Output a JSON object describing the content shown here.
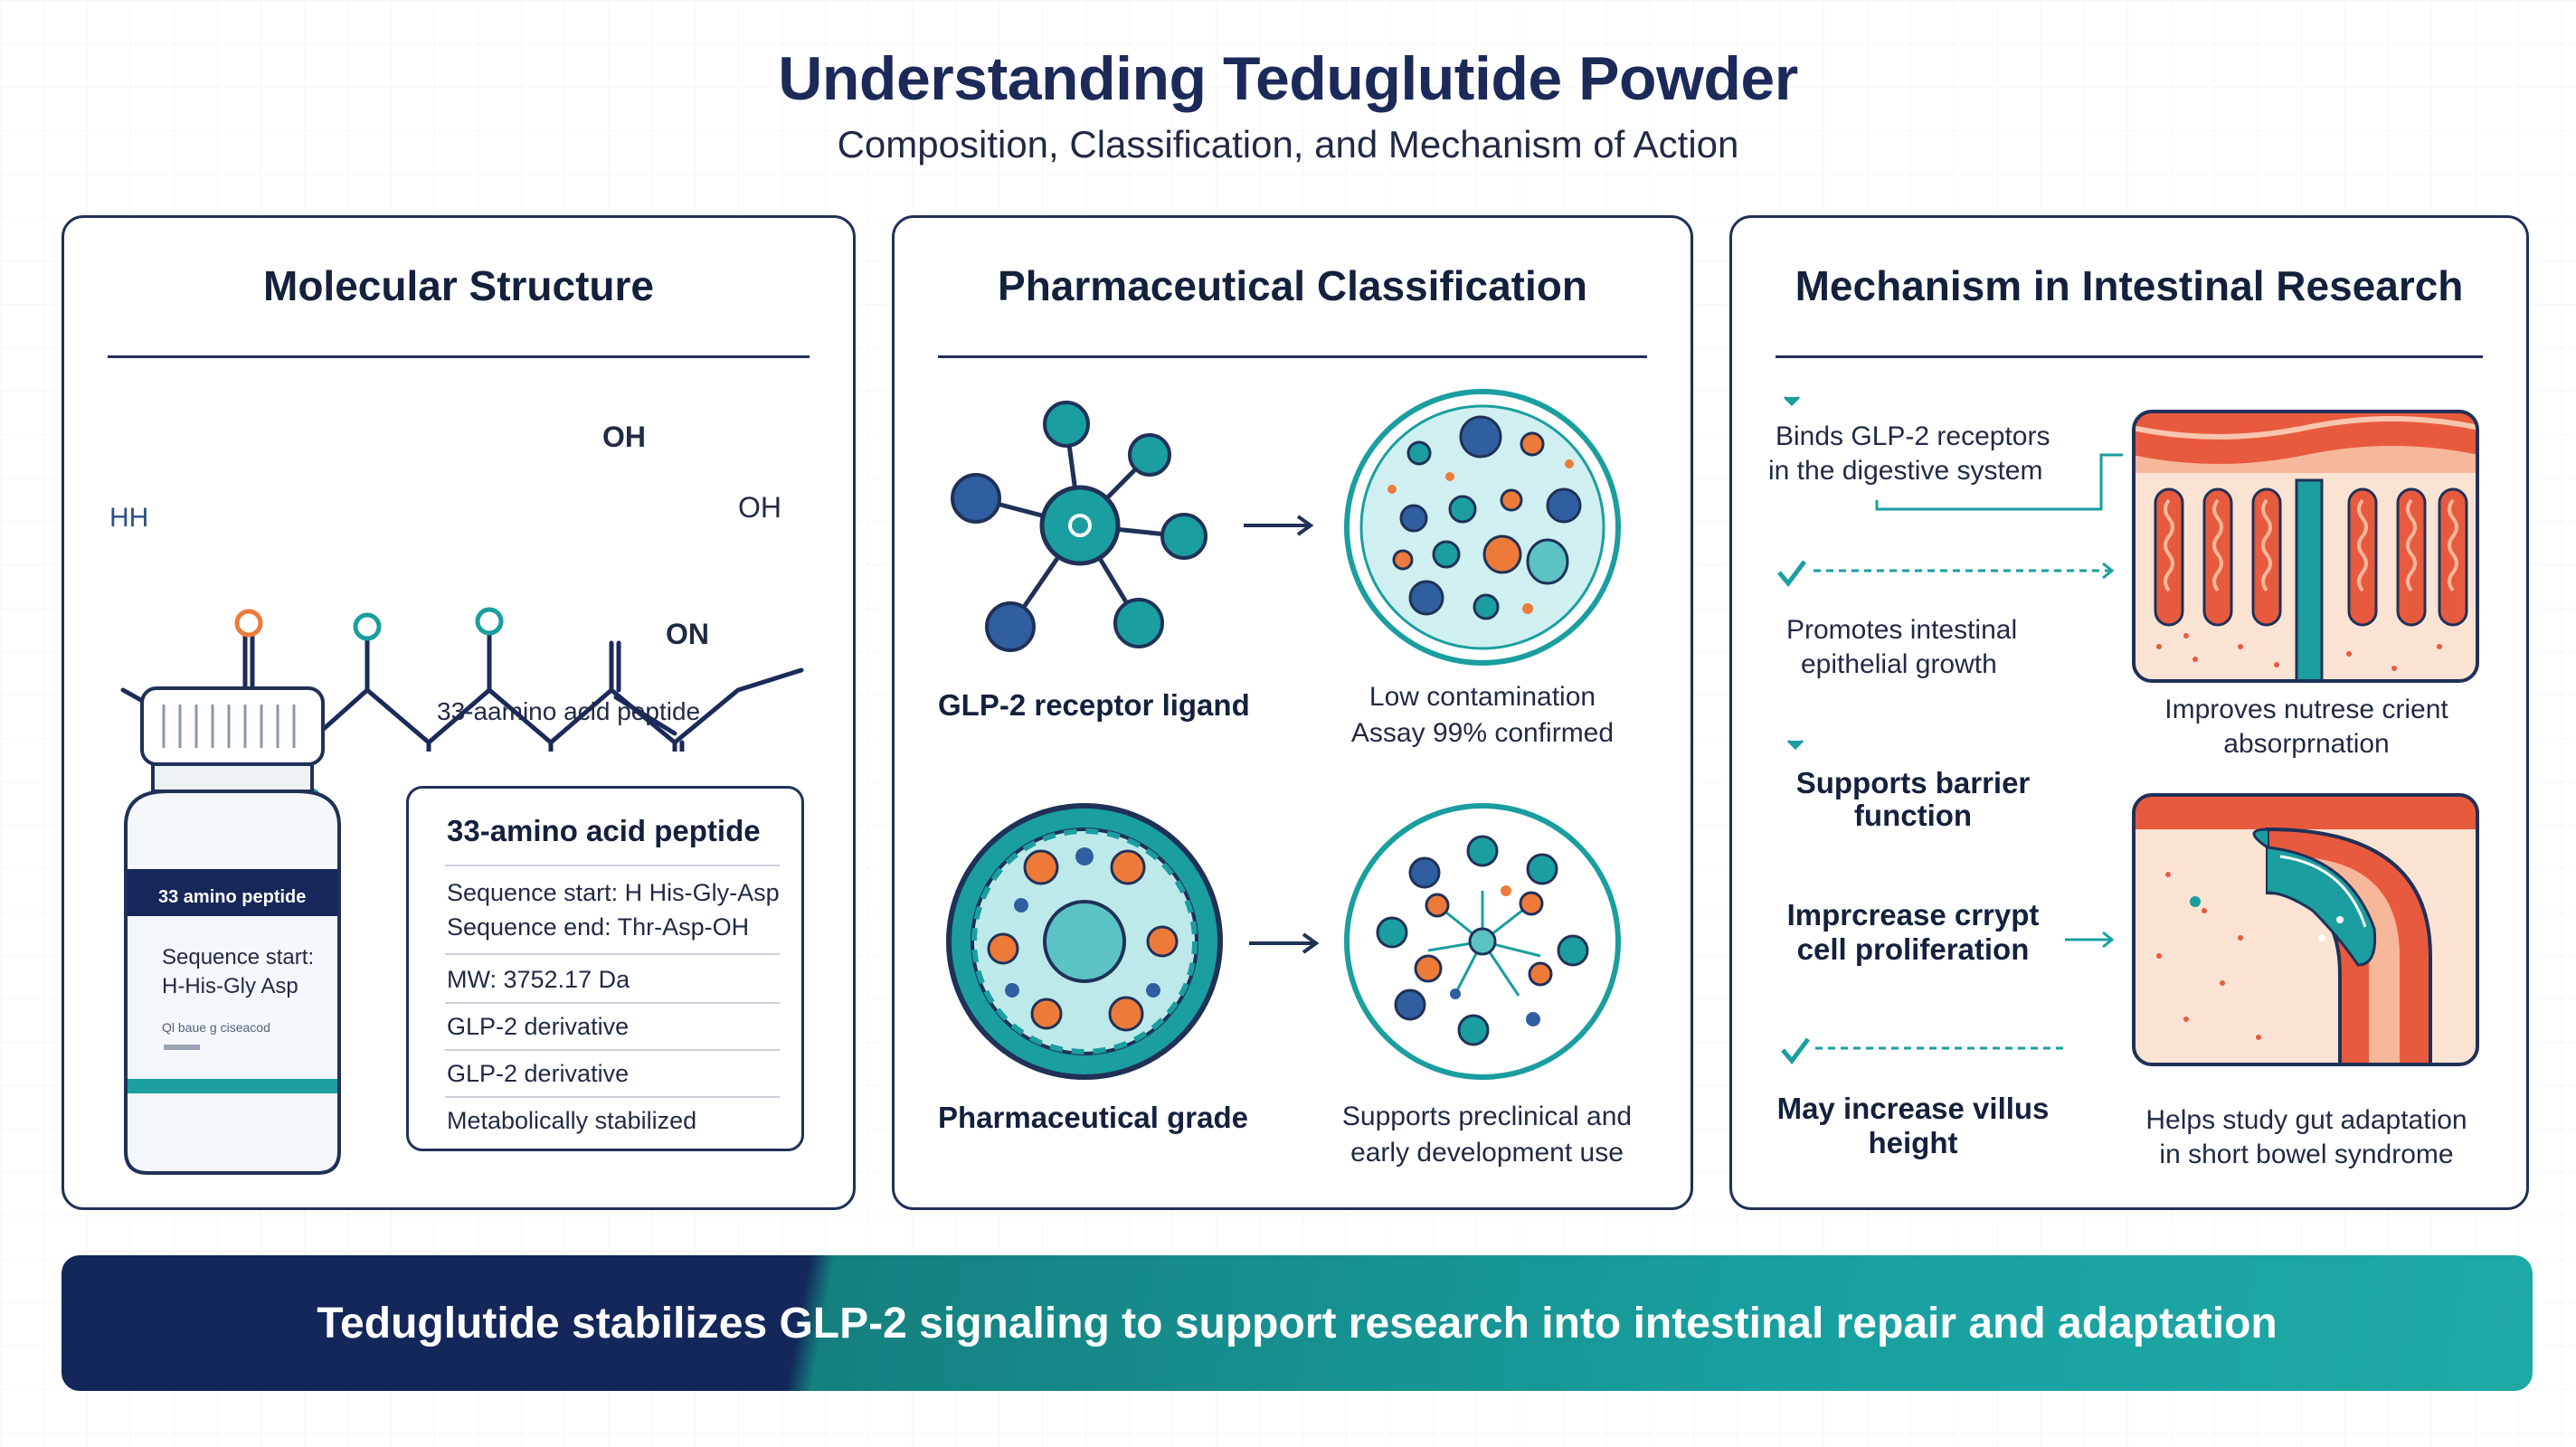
{
  "title": "Understanding Teduglutide Powder",
  "subtitle": "Composition, Classification, and Mechanism of Action",
  "panels": {
    "molecular": {
      "title": "Molecular Structure",
      "atoms": {
        "hh": "HH",
        "oh_top": "OH",
        "oh_right": "OH",
        "on": "ON"
      },
      "caption": "33-aamino acid peptide",
      "bottle": {
        "band": "33 amino peptide",
        "seq_line1": "Sequence start:",
        "seq_line2": "H-His-Gly Asp",
        "fine_print": "Ql baue g ciseacod"
      },
      "info": {
        "heading": "33-amino acid peptide",
        "lines": [
          "Sequence start: H His-Gly-Asp",
          "Sequence end: Thr-Asp-OH",
          "MW: 3752.17 Da",
          "GLP-2 derivative",
          "GLP-2 derivative",
          "Metabolically stabilized"
        ]
      }
    },
    "classification": {
      "title": "Pharmaceutical Classification",
      "items": {
        "ligand": "GLP-2 receptor ligand",
        "contamination_1": "Low contamination",
        "contamination_2": "Assay 99% confirmed",
        "grade": "Pharmaceutical grade",
        "support_1": "Supports preclinical and",
        "support_2": "early development use"
      }
    },
    "mechanism": {
      "title": "Mechanism in Intestinal Research",
      "steps": {
        "binds_1": "Binds GLP-2 receptors",
        "binds_2": "in the digestive system",
        "promotes_1": "Promotes intestinal",
        "promotes_2": "epithelial growth",
        "barrier_1": "Supports barrier",
        "barrier_2": "function",
        "crypt_1": "Imprcrease crrypt",
        "crypt_2": "cell proliferation",
        "villus_1": "May increase villus",
        "villus_2": "height",
        "absorb_1": "Improves nutrese crient",
        "absorb_2": "absorprnation",
        "adapt_1": "Helps study gut adaptation",
        "adapt_2": "in short bowel syndrome"
      }
    }
  },
  "banner": "Teduglutide stabilizes GLP-2 signaling to support research into intestinal repair and adaptation",
  "colors": {
    "navy": "#203158",
    "teal": "#1a9ea0",
    "orange": "#ee7a3a",
    "blue": "#2f5fa0",
    "tissue": "#e85a3e"
  }
}
